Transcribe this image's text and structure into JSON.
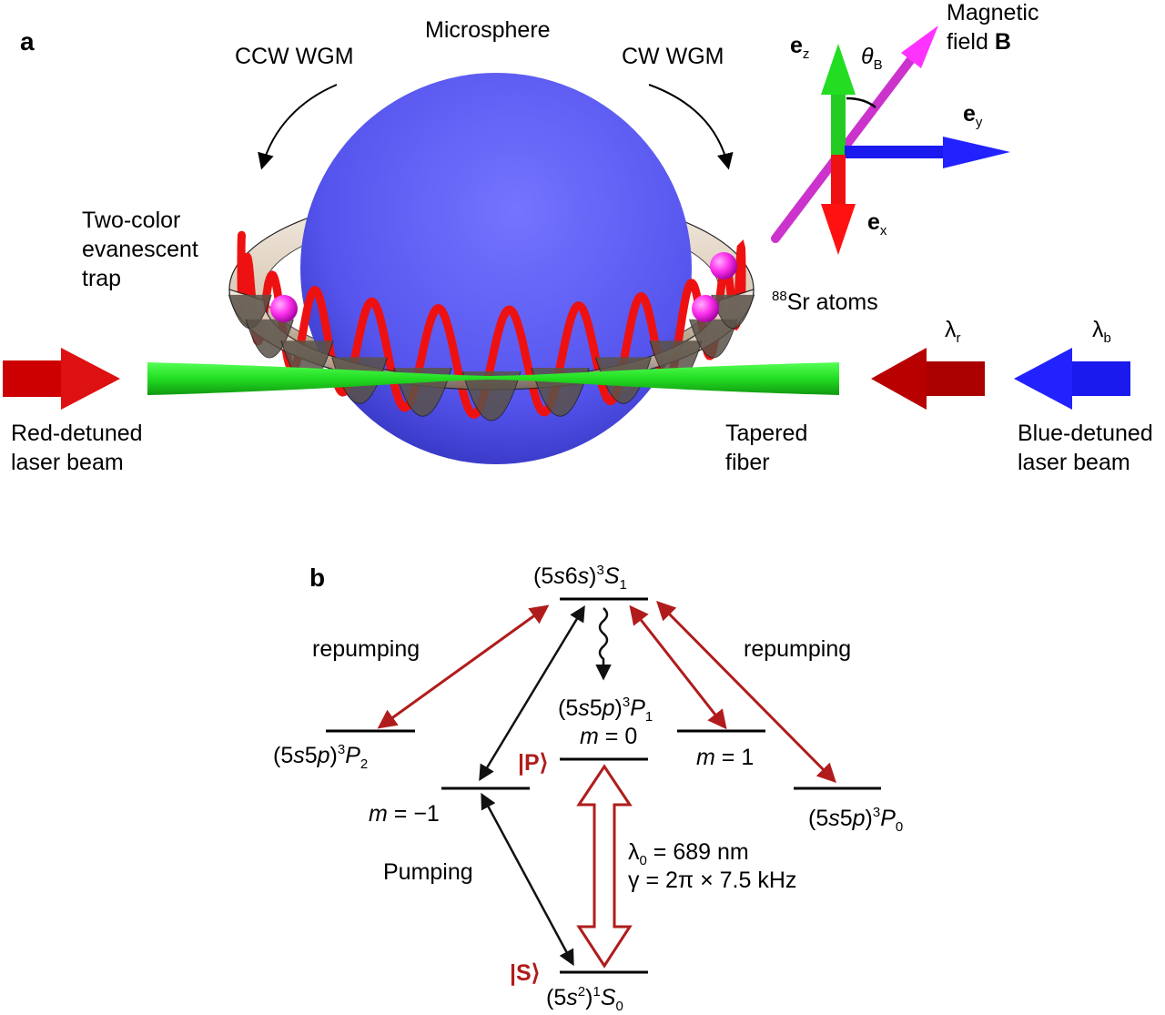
{
  "panel_a": {
    "panel_label": "a",
    "sphere_label": "Microsphere",
    "ccw_label": "CCW WGM",
    "cw_label": "CW WGM",
    "trap_label": [
      "Two-color",
      "evanescent",
      "trap"
    ],
    "atoms_label": {
      "sup": "88",
      "text": "Sr atoms"
    },
    "red_beam_label": [
      "Red-detuned",
      "laser beam"
    ],
    "blue_beam_label": [
      "Blue-detuned",
      "laser beam"
    ],
    "fiber_label": [
      "Tapered",
      "fiber"
    ],
    "lambda_r": {
      "base": "λ",
      "sub": "r"
    },
    "lambda_b": {
      "base": "λ",
      "sub": "b"
    },
    "axes": {
      "ez": {
        "base": "e",
        "sub": "z"
      },
      "ey": {
        "base": "e",
        "sub": "y"
      },
      "ex": {
        "base": "e",
        "sub": "x"
      },
      "theta": {
        "base": "θ",
        "sub": "B"
      },
      "field": {
        "line1": "Magnetic",
        "line2_prefix": "field ",
        "line2_bold": "B"
      }
    },
    "colors": {
      "sphere": "#5c5cf0",
      "wgm": "#ee1111",
      "fiber": "#22ee22",
      "red_beam": "#cc0000",
      "blue_beam": "#1a1aee",
      "atom": "#ff33ee",
      "axis_z": "#22cc22",
      "axis_y": "#1a1aee",
      "axis_x": "#ee1111",
      "field": "#cc33cc"
    }
  },
  "panel_b": {
    "panel_label": "b",
    "levels": {
      "top": {
        "pre": "(5",
        "s1": "s",
        "mid": "6",
        "s2": "s",
        "close": ")",
        "sup": "3",
        "L": "S",
        "sub": "1"
      },
      "p2": {
        "pre": "(5",
        "s1": "s",
        "mid": "5",
        "s2": "p",
        "close": ")",
        "sup": "3",
        "L": "P",
        "sub": "2"
      },
      "p1": {
        "pre": "(5",
        "s1": "s",
        "mid": "5",
        "s2": "p",
        "close": ")",
        "sup": "3",
        "L": "P",
        "sub": "1"
      },
      "p0": {
        "pre": "(5",
        "s1": "s",
        "mid": "5",
        "s2": "p",
        "close": ")",
        "sup": "3",
        "L": "P",
        "sub": "0"
      },
      "ground": {
        "pre": "(5",
        "s1": "s",
        "sup2": "2",
        "close": ")",
        "sup": "1",
        "L": "S",
        "sub": "0"
      }
    },
    "m0": {
      "m": "m",
      "rest": " = 0"
    },
    "m1": {
      "m": "m",
      "rest": " = 1"
    },
    "mneg1": {
      "m": "m",
      "rest": " = −1"
    },
    "state_P": "|P⟩",
    "state_S": "|S⟩",
    "repump_left": "repumping",
    "repump_right": "repumping",
    "pumping": "Pumping",
    "lambda0": {
      "base": "λ",
      "sub": "0",
      "rest": " = 689 nm"
    },
    "gamma": "γ = 2π × 7.5 kHz",
    "colors": {
      "repump": "#b01c1c",
      "pump": "#111111",
      "transition": "#b01c1c"
    }
  }
}
